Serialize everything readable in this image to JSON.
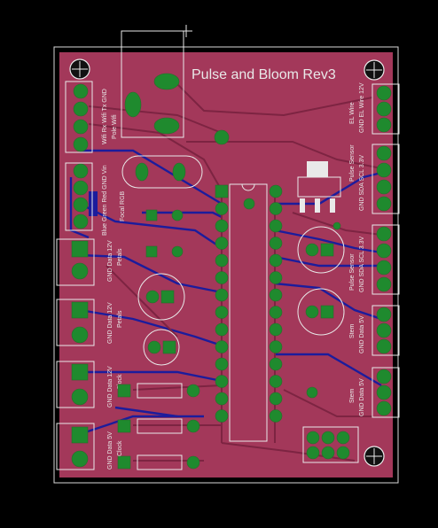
{
  "board": {
    "title": "Pulse and Bloom Rev3",
    "colors": {
      "background": "#000000",
      "copper_top": "#a3385a",
      "copper_bottom": "#1c1c9c",
      "pad": "#1f8a2e",
      "silkscreen": "#e9e9e9",
      "outline": "#d8d8d8"
    }
  },
  "labels": {
    "pole_wifi": "Pole Wifi",
    "wifi_header": "Wifi Rx Wifi Tx GND",
    "rgb_header": "Blue Green Red GND Vin",
    "pulse_sensor": "Pulse Sensor",
    "pulse_sensor_pins": "GND SDA SCL 3.3V",
    "focal_rgb": "Focal RGB",
    "el_wire": "EL Wire",
    "el_wire_pins": "GND EL Wire 12V",
    "pulse_sensor_2": "Pulse Sensor",
    "pulse_sensor_2_pins": "GND SDA SCL 3.3V",
    "stem_1": "Stem",
    "stem_1_pins": "GND Data 5V",
    "stem_2": "Stem",
    "stem_2_pins": "GND Data 5V",
    "petals_1": "Petals",
    "petals_1_pins": "GND Data 12V",
    "petals_2": "Petals",
    "petals_2_pins": "GND Data 12V",
    "clock_1": "Clock",
    "clock_1_pins": "GND Data 12V",
    "clock_2": "Clock",
    "clock_2_pins": "GND Data 5V"
  }
}
